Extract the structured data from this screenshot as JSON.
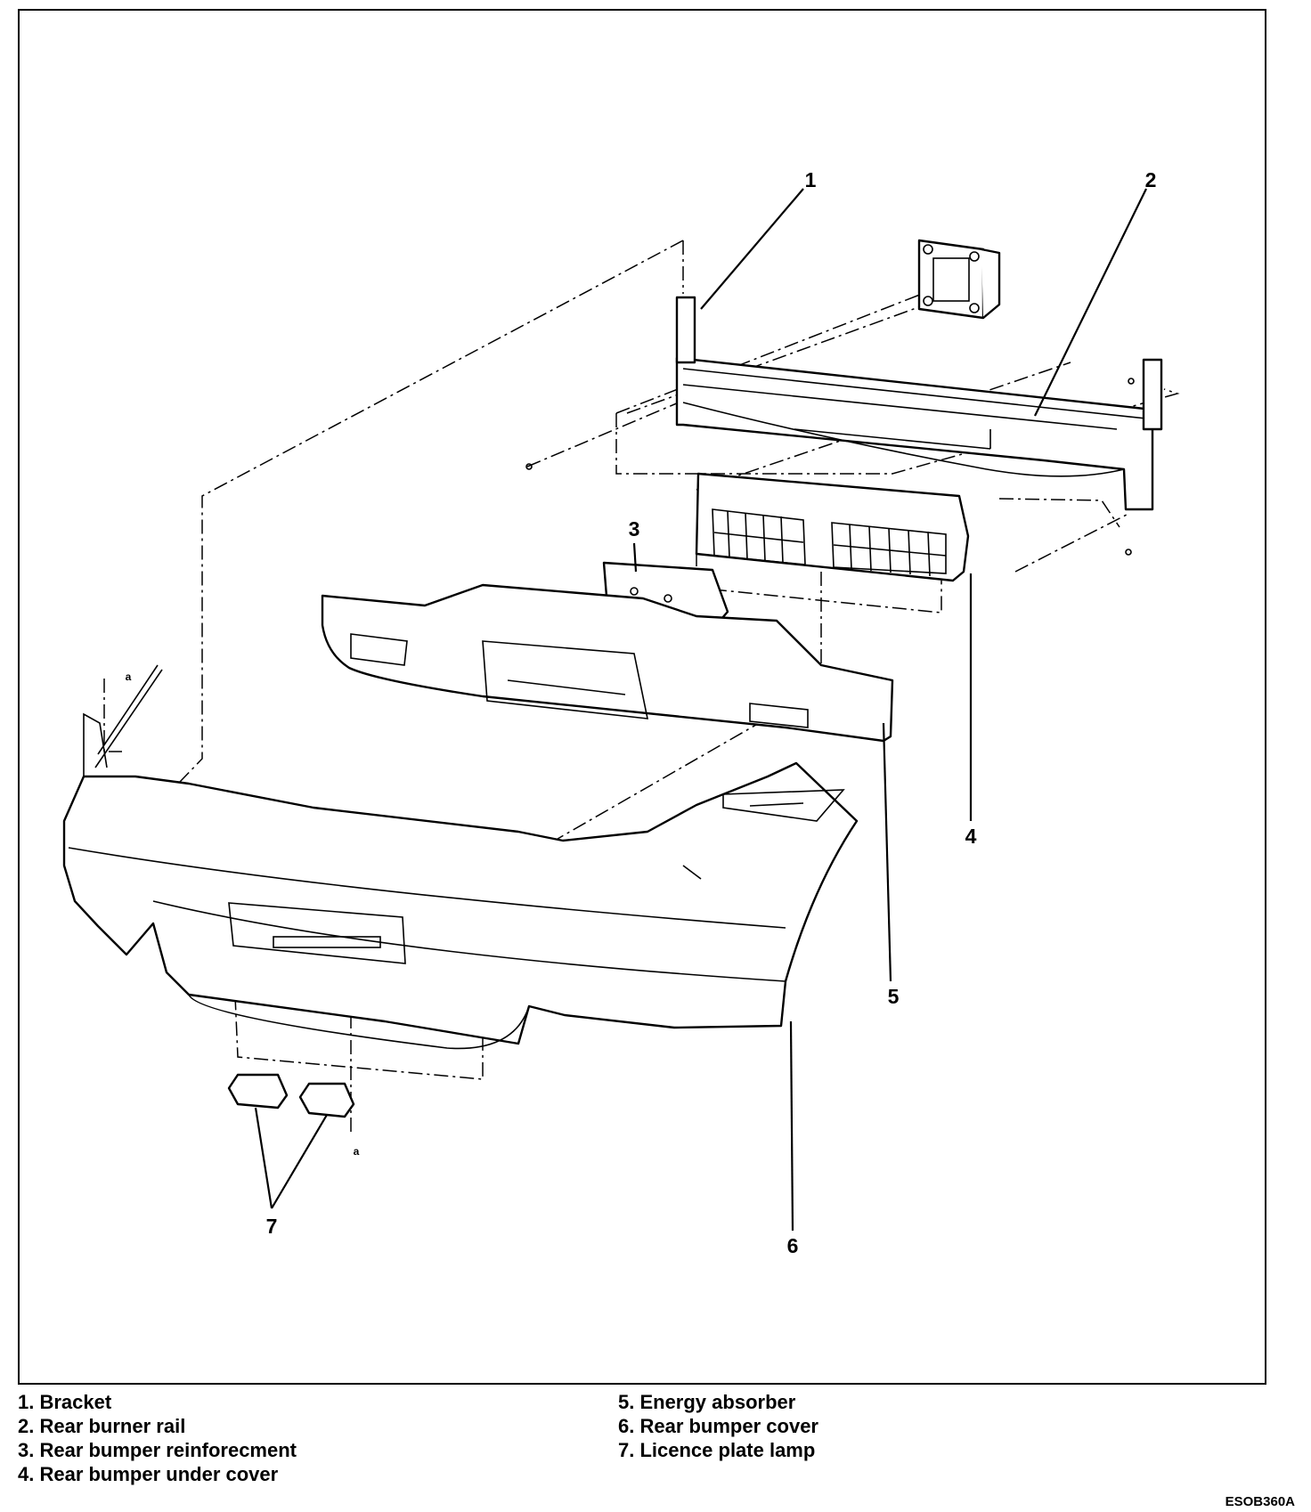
{
  "callouts": [
    "1",
    "2",
    "3",
    "4",
    "5",
    "6",
    "7",
    "a",
    "a"
  ],
  "legend_left": [
    "1. Bracket",
    "2. Rear burner rail",
    "3. Rear bumper reinforecment",
    "4. Rear bumper under cover"
  ],
  "legend_right": [
    "5. Energy absorber",
    "6. Rear bumper cover",
    "7. Licence plate lamp"
  ],
  "figure_code": "ESOB360A"
}
